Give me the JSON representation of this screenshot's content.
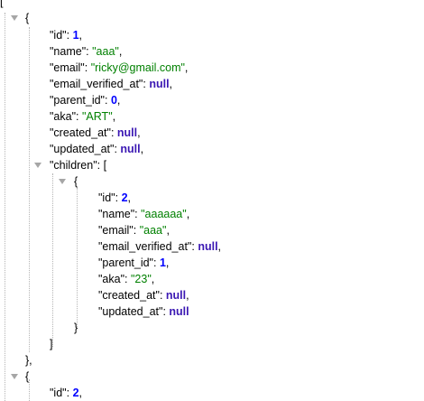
{
  "json_viewer": {
    "root_open": "[",
    "obj1": {
      "open": "{",
      "fields": [
        {
          "key": "\"id\"",
          "sep": ": ",
          "value": "1",
          "type": "num",
          "comma": ","
        },
        {
          "key": "\"name\"",
          "sep": ": ",
          "value": "\"aaa\"",
          "type": "str",
          "comma": ","
        },
        {
          "key": "\"email\"",
          "sep": ": ",
          "value": "\"ricky@gmail.com\"",
          "type": "str",
          "comma": ","
        },
        {
          "key": "\"email_verified_at\"",
          "sep": ": ",
          "value": "null",
          "type": "nul",
          "comma": ","
        },
        {
          "key": "\"parent_id\"",
          "sep": ": ",
          "value": "0",
          "type": "num",
          "comma": ","
        },
        {
          "key": "\"aka\"",
          "sep": ": ",
          "value": "\"ART\"",
          "type": "str",
          "comma": ","
        },
        {
          "key": "\"created_at\"",
          "sep": ": ",
          "value": "null",
          "type": "nul",
          "comma": ","
        },
        {
          "key": "\"updated_at\"",
          "sep": ": ",
          "value": "null",
          "type": "nul",
          "comma": ","
        }
      ],
      "children_key": "\"children\"",
      "children_sep": ": ",
      "children_open": "[",
      "child": {
        "open": "{",
        "fields": [
          {
            "key": "\"id\"",
            "sep": ": ",
            "value": "2",
            "type": "num",
            "comma": ","
          },
          {
            "key": "\"name\"",
            "sep": ": ",
            "value": "\"aaaaaa\"",
            "type": "str",
            "comma": ","
          },
          {
            "key": "\"email\"",
            "sep": ": ",
            "value": "\"aaa\"",
            "type": "str",
            "comma": ","
          },
          {
            "key": "\"email_verified_at\"",
            "sep": ": ",
            "value": "null",
            "type": "nul",
            "comma": ","
          },
          {
            "key": "\"parent_id\"",
            "sep": ": ",
            "value": "1",
            "type": "num",
            "comma": ","
          },
          {
            "key": "\"aka\"",
            "sep": ": ",
            "value": "\"23\"",
            "type": "str",
            "comma": ","
          },
          {
            "key": "\"created_at\"",
            "sep": ": ",
            "value": "null",
            "type": "nul",
            "comma": ","
          },
          {
            "key": "\"updated_at\"",
            "sep": ": ",
            "value": "null",
            "type": "nul",
            "comma": ""
          }
        ],
        "close": "}"
      },
      "children_close": "]",
      "close": "},"
    },
    "obj2": {
      "open": "{",
      "fields": [
        {
          "key": "\"id\"",
          "sep": ": ",
          "value": "2",
          "type": "num",
          "comma": ","
        }
      ]
    }
  }
}
